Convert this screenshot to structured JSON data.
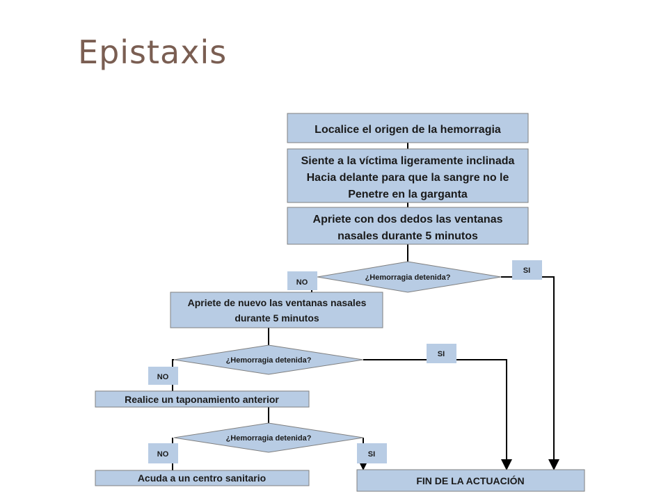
{
  "title": "Epistaxis",
  "colors": {
    "box_fill": "#b8cce4",
    "box_border": "#7f7f7f",
    "line": "#000000",
    "title": "#7a5e52"
  },
  "steps": {
    "locate": "Localice el origen de la hemorragia",
    "sit": [
      "Siente a la víctima ligeramente inclinada",
      "Hacia delante para que la sangre no le",
      "Penetre en la garganta"
    ],
    "press": [
      "Apriete con dos dedos las ventanas",
      "nasales durante 5 minutos"
    ],
    "press_again": [
      "Apriete de nuevo las ventanas nasales",
      "durante 5 minutos"
    ],
    "packing": "Realice un taponamiento anterior",
    "hospital": "Acuda a un centro sanitario",
    "end": "FIN DE LA ACTUACIÓN"
  },
  "decisions": {
    "q1": "¿Hemorragia detenida?",
    "q2": "¿Hemorragia detenida?",
    "q3": "¿Hemorragia detenida?"
  },
  "answers": {
    "yes": "SI",
    "no": "NO"
  }
}
